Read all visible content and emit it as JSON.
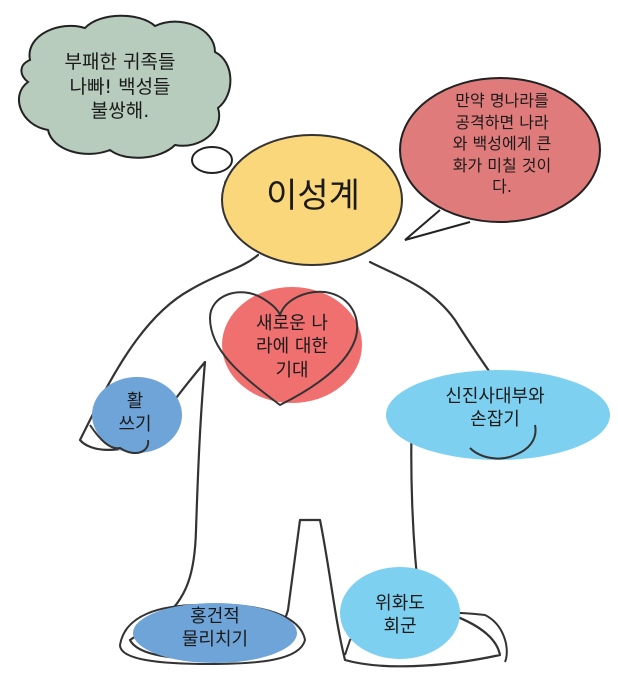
{
  "title": "이성계",
  "thought_bubble": {
    "text": "부패한 귀족들\n나빠! 백성들\n불쌍해.",
    "color": "#b7ccbd"
  },
  "speech_bubble": {
    "text": "만약 명나라를\n공격하면 나라\n와 백성에게 큰\n화가 미칠 것이\n다.",
    "color": "#e07b7b"
  },
  "heart": {
    "text": "새로운 나\n라에 대한\n기대",
    "color": "#f07070"
  },
  "left_hand": {
    "text": "활\n쓰기",
    "color": "#6ea4d8"
  },
  "right_hand": {
    "text": "신진사대부와\n손잡기",
    "color": "#7dd0ef"
  },
  "left_foot": {
    "text": "홍건적\n물리치기",
    "color": "#6ea4d8"
  },
  "right_foot": {
    "text": "위화도\n회군",
    "color": "#7dd0ef"
  },
  "head_color": "#fad77a"
}
